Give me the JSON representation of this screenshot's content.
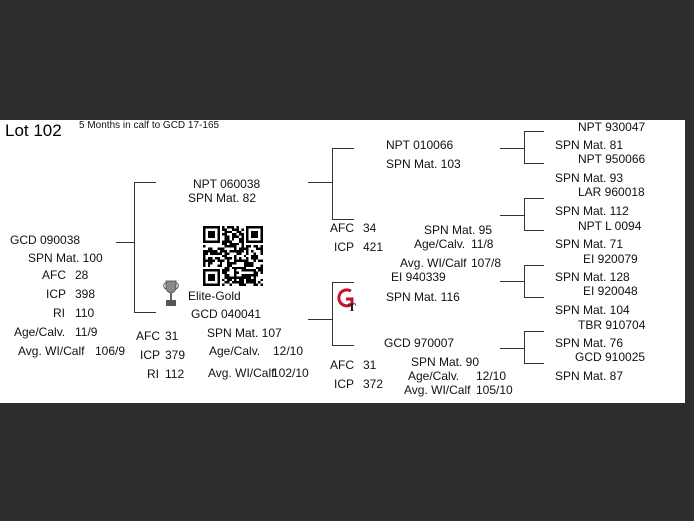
{
  "lot": {
    "title": "Lot 102",
    "note": "5 Months in calf to GCD 17-165",
    "badge_label": "Elite-Gold"
  },
  "colors": {
    "background": "#2e2e2e",
    "card": "#ffffff",
    "text": "#111111",
    "logo_red": "#c8102e"
  },
  "icons": [
    "qr-code-icon",
    "trophy-icon",
    "gt-logo-icon"
  ],
  "subject": {
    "id": "GCD 090038",
    "spn": "SPN Mat. 100",
    "afc_label": "AFC",
    "afc": "28",
    "icp_label": "ICP",
    "icp": "398",
    "ri_label": "RI",
    "ri": "110",
    "agecalv_label": "Age/Calv.",
    "agecalv": "11/9",
    "avgwi_label": "Avg. WI/Calf",
    "avgwi": "106/9"
  },
  "sire": {
    "id": "NPT 060038",
    "spn": "SPN Mat. 82",
    "sire": {
      "id": "NPT 010066",
      "spn": "SPN Mat. 103"
    },
    "dam": {
      "afc_label": "AFC",
      "afc": "34",
      "icp_label": "ICP",
      "icp": "421",
      "spn": "SPN Mat. 95",
      "agecalv_label": "Age/Calv.",
      "agecalv": "11/8",
      "avgwi_label": "Avg. WI/Calf",
      "avgwi": "107/8"
    }
  },
  "dam": {
    "id": "GCD 040041",
    "afc_label": "AFC",
    "afc": "31",
    "icp_label": "ICP",
    "icp": "379",
    "ri_label": "RI",
    "ri": "112",
    "spn": "SPN Mat. 107",
    "agecalv_label": "Age/Calv.",
    "agecalv": "12/10",
    "avgwi_label": "Avg. WI/Calf",
    "avgwi": "102/10",
    "sire": {
      "id": "EI  940339",
      "spn": "SPN Mat. 116"
    },
    "dam": {
      "id": "GCD 970007",
      "afc_label": "AFC",
      "afc": "31",
      "icp_label": "ICP",
      "icp": "372",
      "spn": "SPN Mat. 90",
      "agecalv_label": "Age/Calv.",
      "agecalv": "12/10",
      "avgwi_label": "Avg. WI/Calf",
      "avgwi": "105/10"
    }
  },
  "ggp": [
    {
      "id": "NPT 930047",
      "spn": "SPN Mat. 81"
    },
    {
      "id": "NPT 950066",
      "spn": "SPN Mat. 93"
    },
    {
      "id": "LAR 960018",
      "spn": "SPN Mat. 112"
    },
    {
      "id": "NPT L 0094",
      "spn": "SPN Mat. 71"
    },
    {
      "id": "EI  920079",
      "spn": "SPN Mat. 128"
    },
    {
      "id": "EI  920048",
      "spn": "SPN Mat. 104"
    },
    {
      "id": "TBR 910704",
      "spn": "SPN Mat. 76"
    },
    {
      "id": "GCD 910025",
      "spn": "SPN Mat. 87"
    }
  ]
}
